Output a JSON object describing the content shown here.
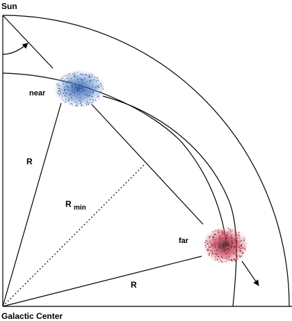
{
  "labels": {
    "sun": "Sun",
    "galactic_center": "Galactic Center",
    "near": "near",
    "far": "far",
    "r_upper": "R",
    "r_lower": "R",
    "r_min_main": "R",
    "r_min_sub": "min"
  },
  "colors": {
    "line": "#000000",
    "near_cloud": "#2a5fb0",
    "far_cloud": "#cc1a3a"
  }
}
